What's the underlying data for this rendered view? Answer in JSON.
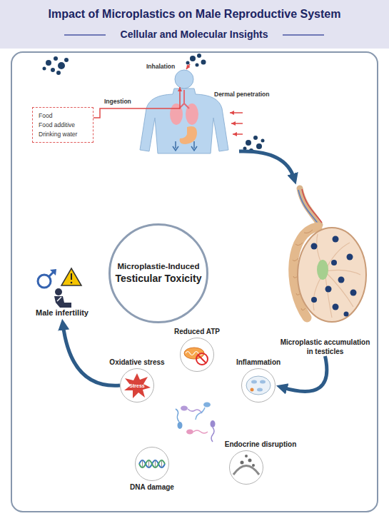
{
  "diagram": {
    "title": "Impact of Microplastics on Male Reproductive System",
    "nodes": [
      {
        "text": [
          "Food",
          "Food additive",
          "Drinking water"
        ]
      },
      {
        "text": [
          "Microplastie-Induced",
          "Testicular Toxicity"
        ]
      },
      {
        "text": [
          "Microplastic accumulation in testicles"
        ]
      },
      {
        "text": [
          "Male infertility"
        ]
      },
      {
        "text": [
          "Reduced ATP"
        ]
      },
      {
        "text": [
          "Oxidative stress"
        ]
      },
      {
        "text": [
          "Inflammation"
        ]
      },
      {
        "text": [
          "DNA damage"
        ]
      },
      {
        "text": [
          "Endocrine disruption"
        ]
      }
    ],
    "edges": [
      {
        "from": 2,
        "to": 6,
        "arrow": "to"
      },
      {
        "from": 5,
        "to": 3,
        "arrow": "to"
      }
    ],
    "labels": [
      "Cellular and Molecular Insights",
      "Inhalation",
      "Ingestion",
      "Dermal penetration",
      "Stress"
    ]
  }
}
